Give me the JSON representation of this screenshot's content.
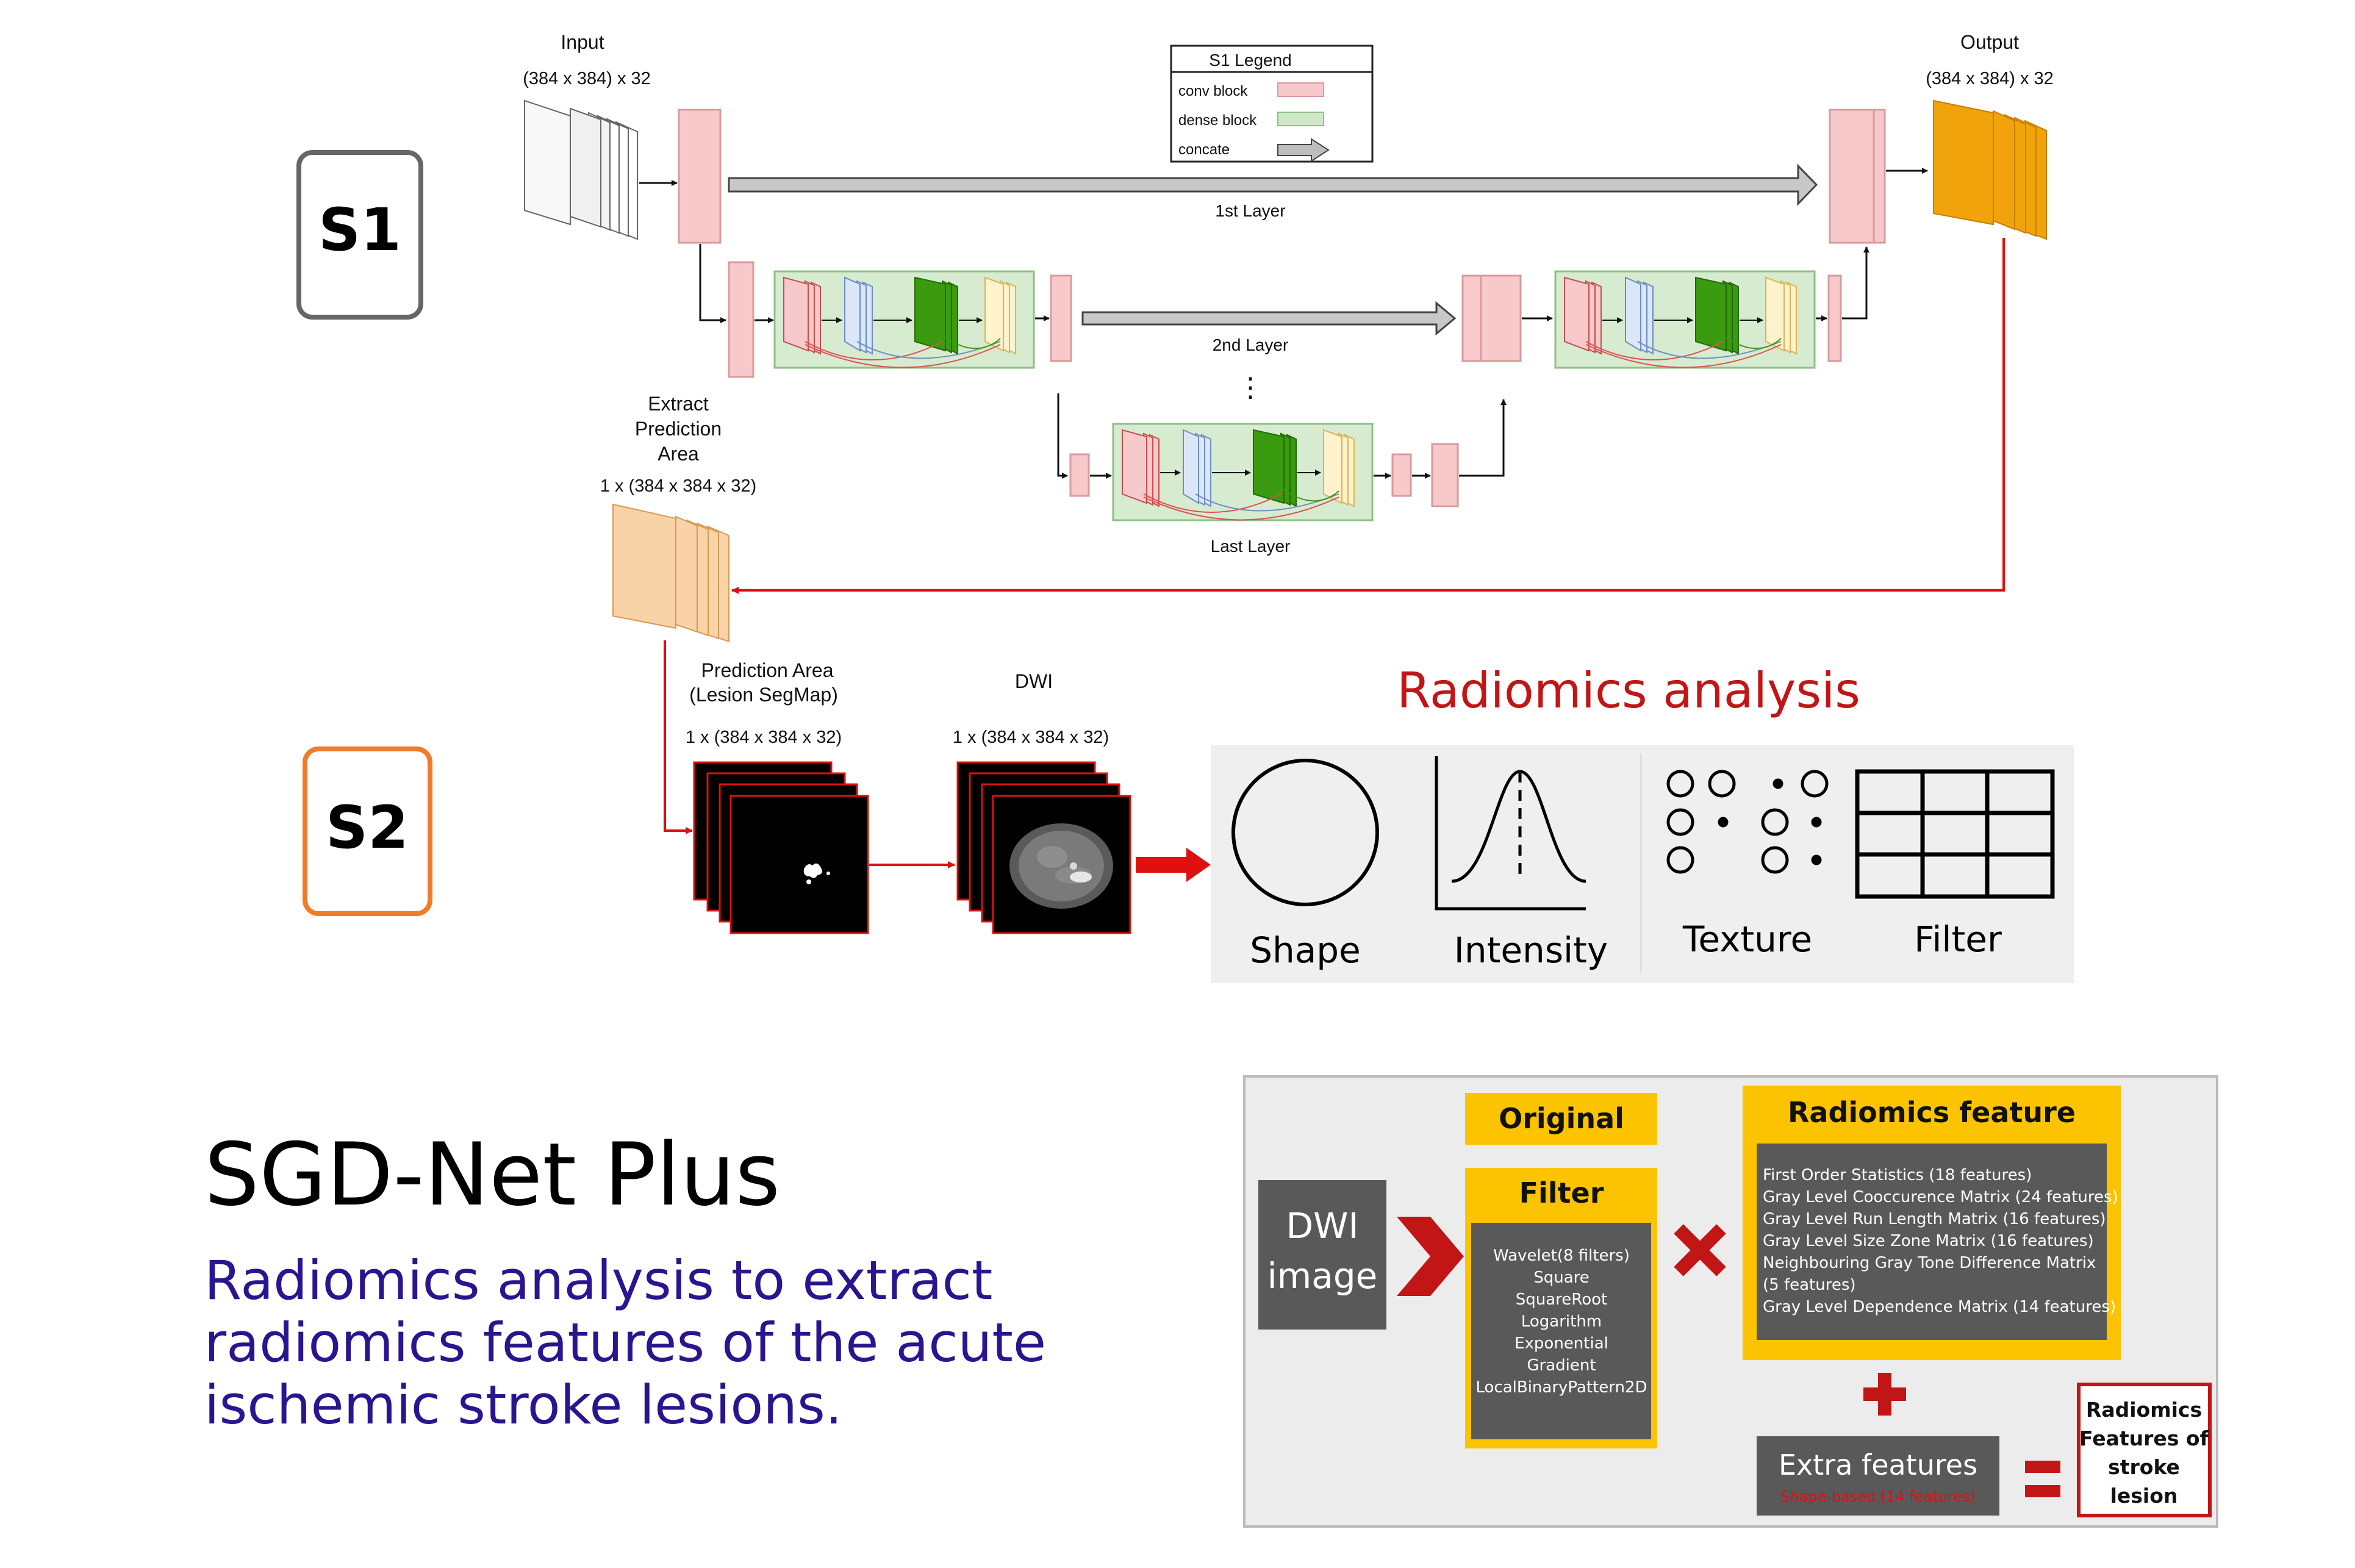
{
  "stages": {
    "s1": "S1",
    "s2": "S2"
  },
  "input": {
    "title": "Input",
    "dims": "(384 x 384) x 32"
  },
  "output": {
    "title": "Output",
    "dims": "(384 x 384) x 32"
  },
  "legend": {
    "title": "S1 Legend",
    "items": [
      {
        "label": "conv block",
        "color": "#f7c9cb"
      },
      {
        "label": "dense block",
        "color": "#cfe8c8"
      },
      {
        "label": "concate",
        "color": "#bdbdbd"
      }
    ]
  },
  "layers": {
    "first": "1st Layer",
    "second": "2nd Layer",
    "last": "Last Layer",
    "ellipsis": "⋮"
  },
  "extract": {
    "line1": "Extract",
    "line2": "Prediction",
    "line3": "Area",
    "dims": "1 x (384 x 384 x 32)"
  },
  "prediction": {
    "line1": "Prediction Area",
    "line2": "(Lesion SegMap)",
    "dims": "1 x (384 x 384 x 32)"
  },
  "dwi": {
    "title": "DWI",
    "dims": "1 x (384 x 384 x 32)"
  },
  "radiomics": {
    "title": "Radiomics analysis",
    "panels": [
      "Shape",
      "Intensity",
      "Texture",
      "Filter"
    ]
  },
  "heading": {
    "title": "SGD-Net Plus",
    "subtitle_lines": [
      "Radiomics analysis to extract",
      "radiomics features of the acute",
      "ischemic stroke lesions."
    ]
  },
  "feature_box": {
    "dwi_line1": "DWI",
    "dwi_line2": "image",
    "original": "Original",
    "filter_title": "Filter",
    "filters": [
      "Wavelet(8 filters)",
      "Square",
      "SquareRoot",
      "Logarithm",
      "Exponential",
      "Gradient",
      "LocalBinaryPattern2D"
    ],
    "radiomics_title": "Radiomics feature",
    "features": [
      "First Order Statistics (18 features)",
      "Gray Level Cooccurence Matrix (24 features)",
      "Gray Level Run Length Matrix (16 features)",
      "Gray Level Size Zone Matrix (16 features)",
      "Neighbouring Gray Tone Difference Matrix",
      "(5 features)",
      "Gray Level Dependence Matrix (14 features)"
    ],
    "extra_title": "Extra features",
    "extra_sub": "Shape-based (14 features)",
    "result_lines": [
      "Radiomics",
      "Features of",
      "stroke",
      "lesion"
    ]
  },
  "colors": {
    "conv": "#f7c9cb",
    "conv_stroke": "#d99a9e",
    "dense_bg": "#d6ebd0",
    "dense_stroke": "#8cc084",
    "output": "#f0a30a",
    "extract": "#f9d3a8",
    "accent_red": "#cc1414",
    "s2_orange": "#ef7b2b",
    "heading_purple": "#2b148f",
    "yellow": "#fcc300",
    "gray_box": "#595959"
  }
}
